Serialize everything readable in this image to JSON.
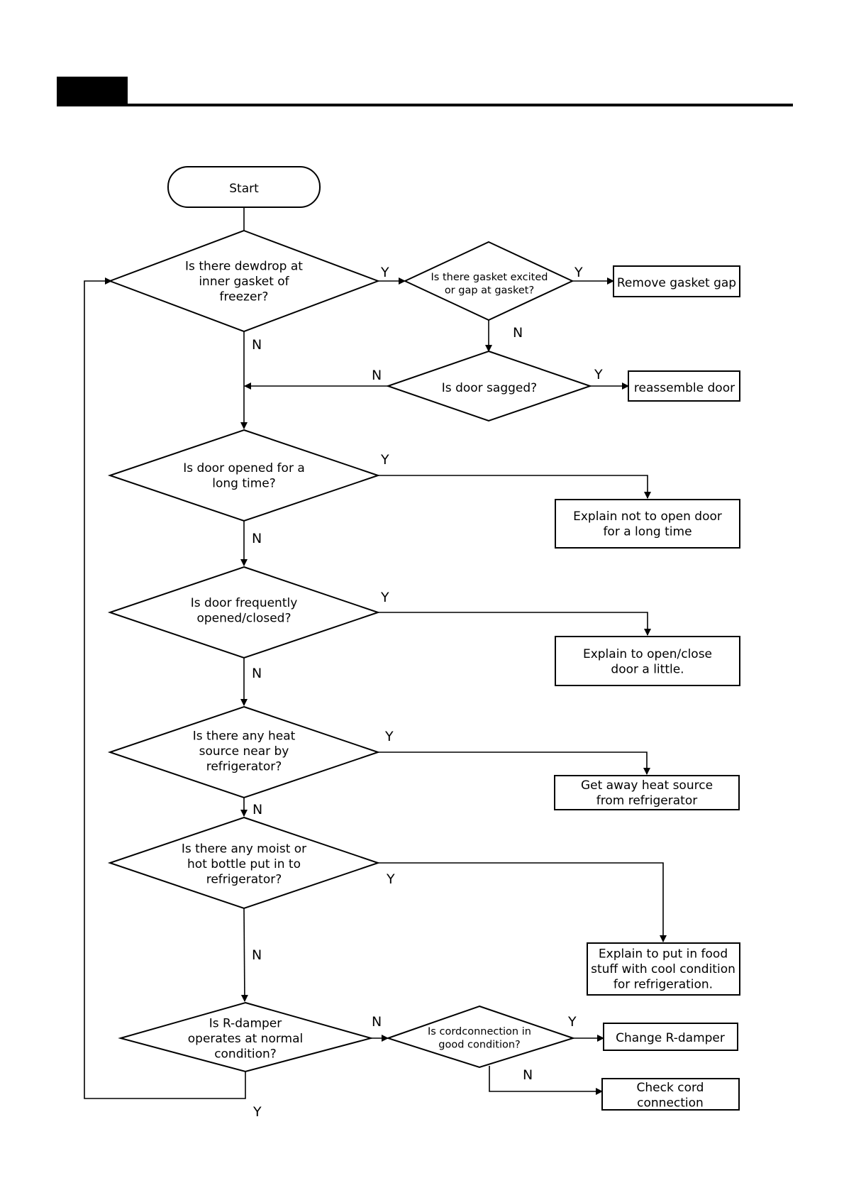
{
  "nodes": {
    "start": {
      "lines": [
        "Start"
      ]
    },
    "q_dewdrop": {
      "lines": [
        "Is there  dewdrop at",
        "inner gasket of",
        "freezer?"
      ]
    },
    "q_gasket": {
      "lines": [
        "Is there gasket excited",
        "or gap at gasket?"
      ]
    },
    "a_gasket": {
      "lines": [
        "Remove gasket gap"
      ]
    },
    "q_sagged": {
      "lines": [
        "Is door sagged?"
      ]
    },
    "a_door": {
      "lines": [
        "reassemble door"
      ]
    },
    "q_opened": {
      "lines": [
        "Is door opened for a",
        "long time?"
      ]
    },
    "a_opened": {
      "lines": [
        "Explain not to open door",
        "for a long time"
      ]
    },
    "q_frequent": {
      "lines": [
        "Is door frequently",
        "opened/closed?"
      ]
    },
    "a_frequent": {
      "lines": [
        "Explain to open/close",
        "door a little."
      ]
    },
    "q_heat": {
      "lines": [
        "Is there any heat",
        "source near by",
        "refrigerator?"
      ]
    },
    "a_heat": {
      "lines": [
        "Get away heat source",
        "from refrigerator"
      ]
    },
    "q_moist": {
      "lines": [
        "Is there any moist or",
        "hot bottle put in to",
        "refrigerator?"
      ]
    },
    "a_moist": {
      "lines": [
        "Explain to put in food",
        "stuff with cool condition",
        "for refrigeration."
      ]
    },
    "q_damper": {
      "lines": [
        "Is R-damper",
        "operates at normal",
        "condition?"
      ]
    },
    "q_cord": {
      "lines": [
        "Is cordconnection in",
        "good condition?"
      ]
    },
    "a_damper": {
      "lines": [
        "Change R-damper"
      ]
    },
    "a_cord": {
      "lines": [
        "Check cord",
        "connection"
      ]
    }
  },
  "edge_labels": {
    "dewdrop_yes": "Y",
    "dewdrop_no": "N",
    "gasket_yes": "Y",
    "gasket_no": "N",
    "sagged_yes": "Y",
    "sagged_no": "N",
    "opened_yes": "Y",
    "opened_no": "N",
    "frequent_yes": "Y",
    "frequent_no": "N",
    "heat_yes": "Y",
    "heat_no": "N",
    "moist_yes": "Y",
    "moist_no": "N",
    "damper_no": "N",
    "damper_yes": "Y",
    "cord_yes": "Y",
    "cord_no": "N"
  }
}
